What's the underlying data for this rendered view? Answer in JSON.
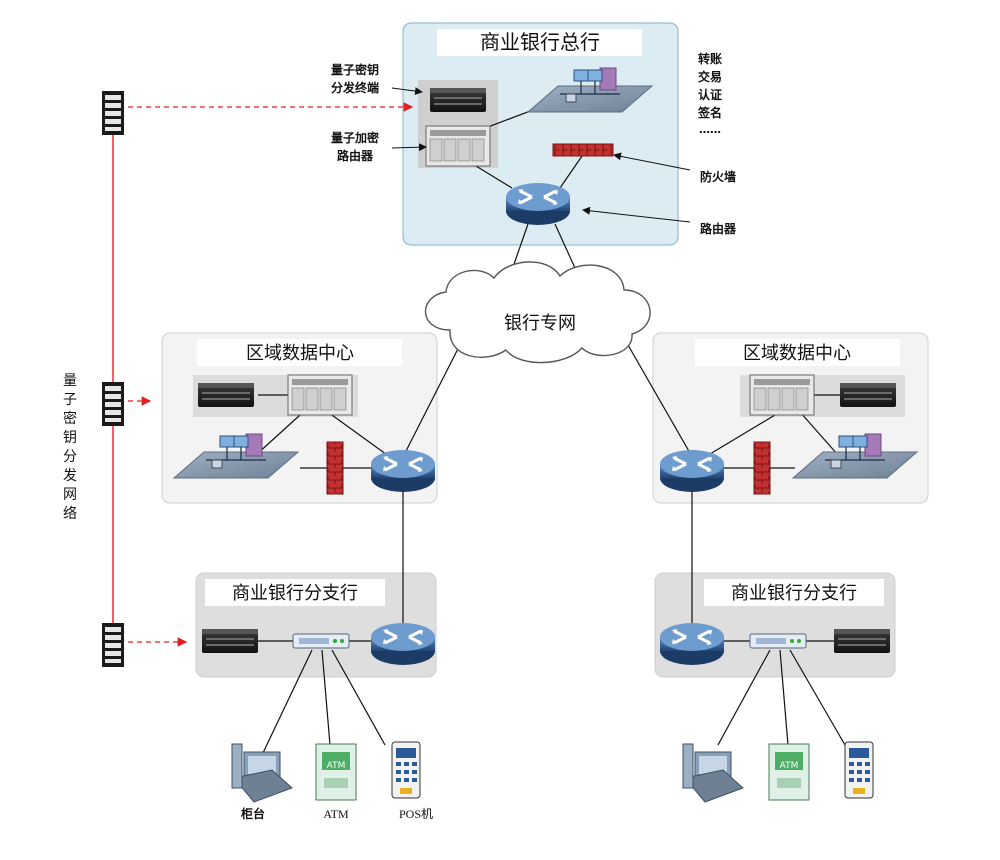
{
  "hq": {
    "title": "商业银行总行",
    "key_device_label": [
      "量子密钥",
      "分发终端"
    ],
    "router_label": [
      "量子加密",
      "路由器"
    ],
    "services": [
      "转账",
      "交易",
      "认证",
      "签名",
      "……"
    ],
    "firewall_label": "防火墙",
    "core_router_label": "路由器"
  },
  "network": {
    "label": "银行专网"
  },
  "qkd_network": {
    "label": [
      "量",
      "子",
      "密",
      "钥",
      "分",
      "发",
      "网",
      "络"
    ]
  },
  "regional_left": {
    "title": "区域数据中心"
  },
  "regional_right": {
    "title": "区域数据中心"
  },
  "branch_left": {
    "title": "商业银行分支行",
    "terminals": [
      "柜台",
      "ATM",
      "POS机"
    ]
  },
  "branch_right": {
    "title": "商业银行分支行"
  },
  "atm_screen_text": "ATM",
  "colors": {
    "hq_panel": "#dcecf2",
    "panel_gray": "#f1f1f1",
    "branch_gray": "#dedede",
    "router_blue": "#2e5c8f",
    "firewall_red": "#b22a2a",
    "qkd_line_red": "#e02020"
  }
}
